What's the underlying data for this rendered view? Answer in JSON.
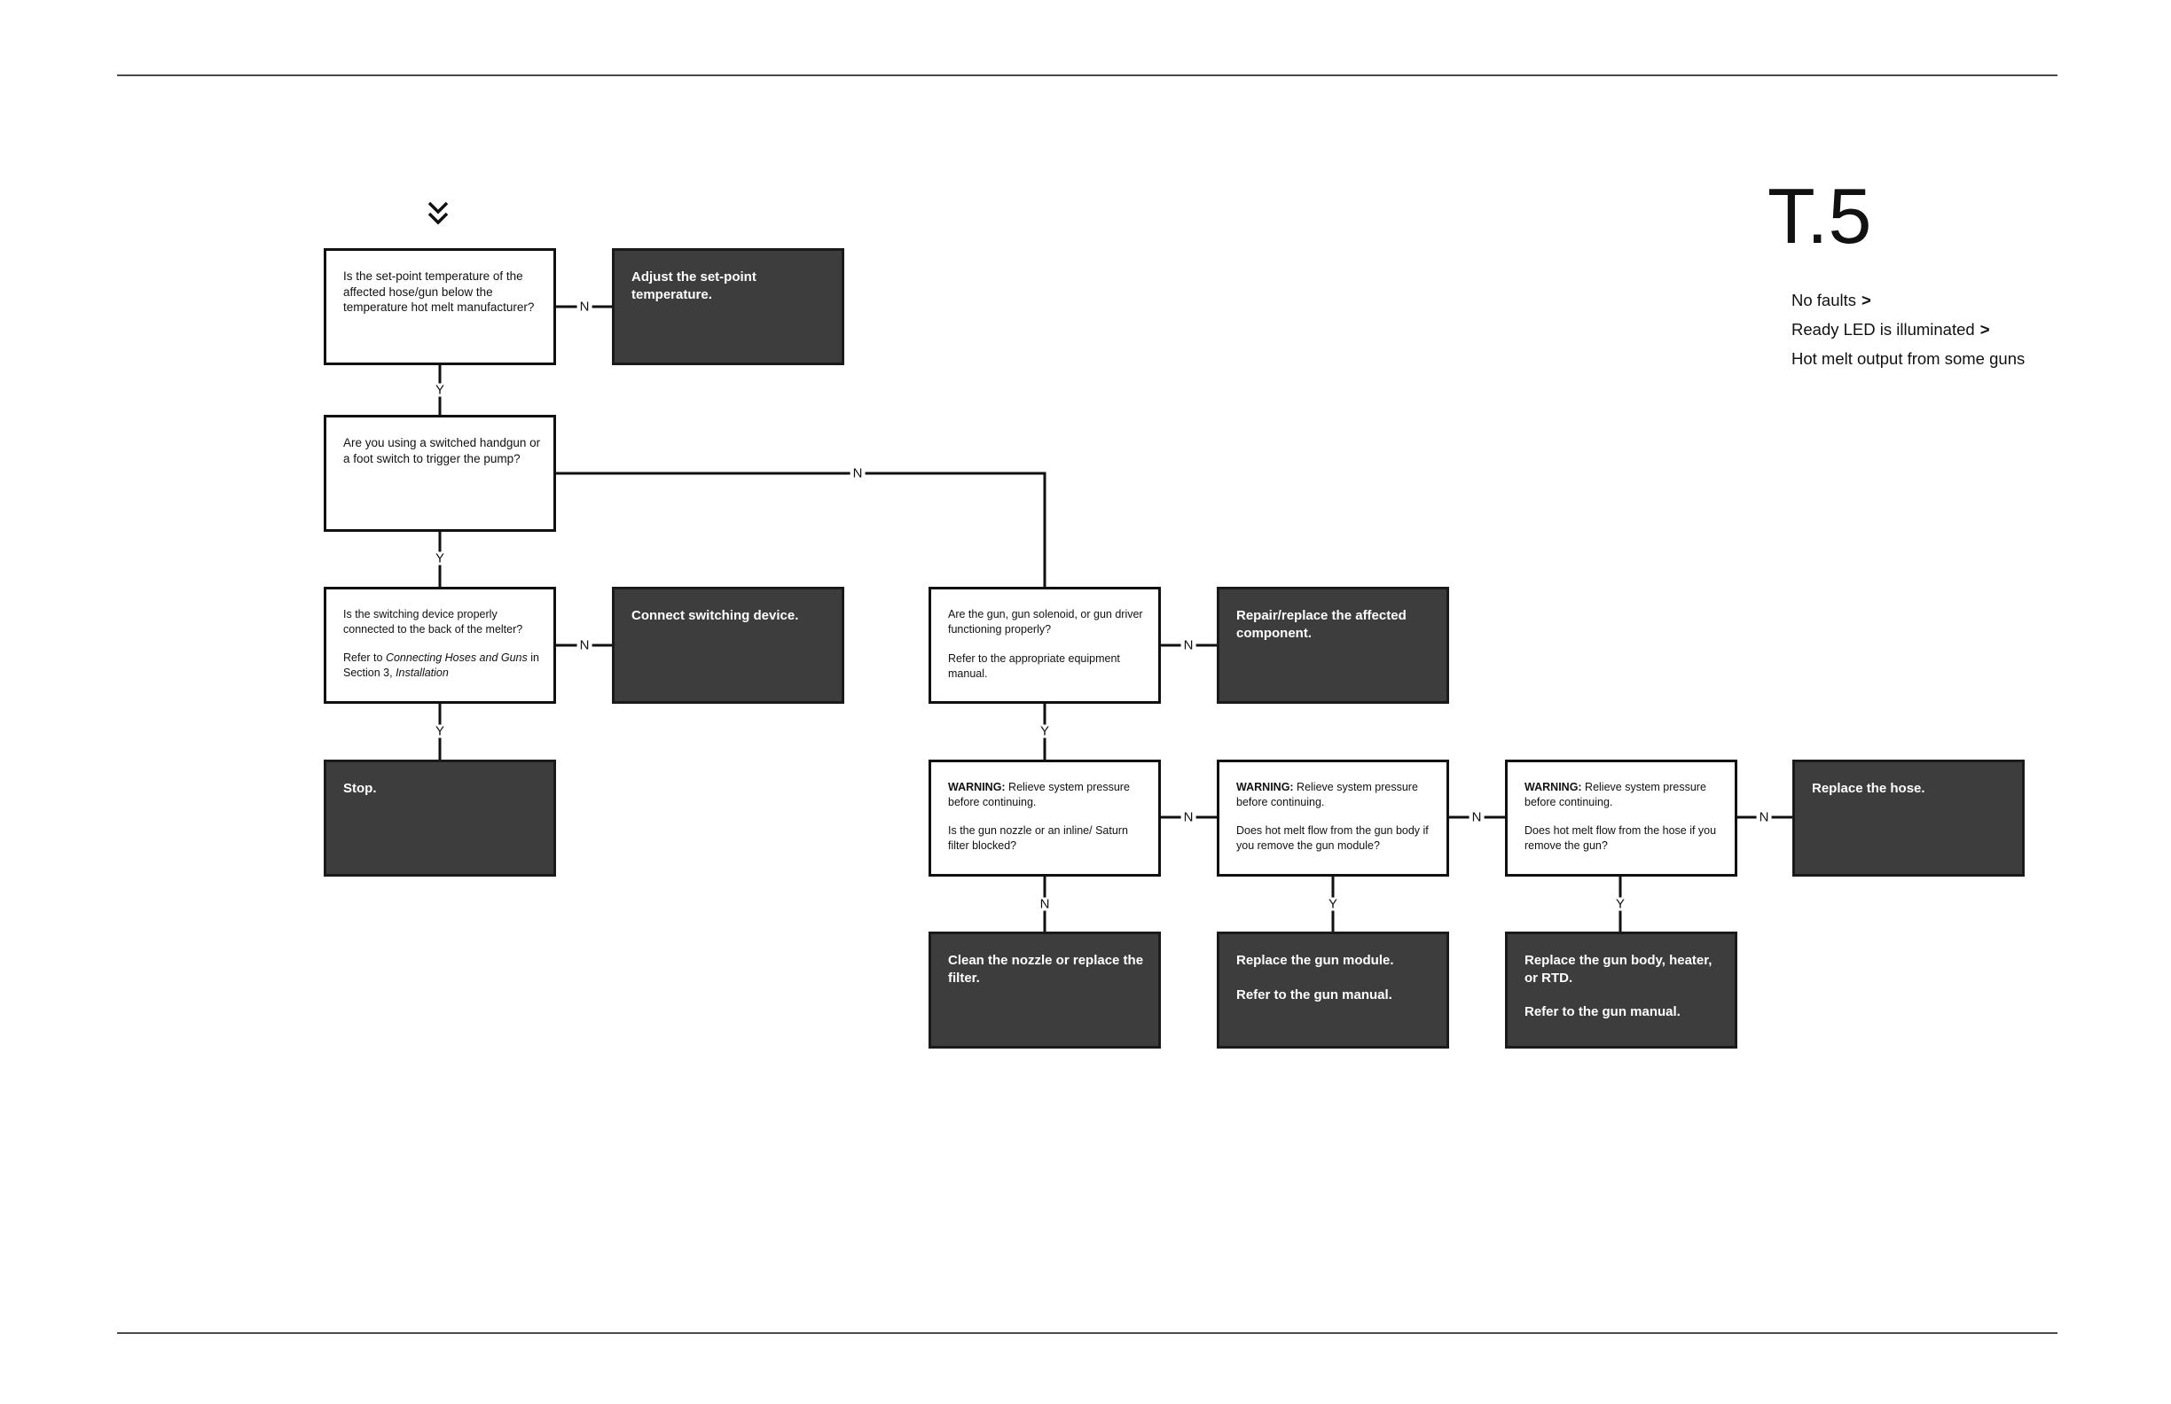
{
  "page_code": "T.5",
  "breadcrumb": {
    "items": [
      {
        "label": "No faults",
        "sep": ">"
      },
      {
        "label": "Ready LED is illuminated",
        "sep": ">"
      },
      {
        "label": "Hot melt output from some guns",
        "sep": ""
      }
    ]
  },
  "icons": {
    "entry": "double-chevron-down-icon"
  },
  "colors": {
    "answer_fill": "#3d3d3d",
    "line": "#111111",
    "rule": "#4a4a4a"
  },
  "flow": {
    "labels": {
      "yes": "Y",
      "no": "N"
    },
    "q1": {
      "text": "Is the set-point temperature of the affected hose/gun below the temperature hot melt manufacturer?"
    },
    "a1": {
      "text": "Adjust the set-point temperature."
    },
    "q2": {
      "text": "Are you using a switched handgun or a foot switch to trigger the pump?"
    },
    "q3": {
      "text": "Is the switching device properly connected to the back of the melter?",
      "ref_prefix": "Refer to ",
      "ref_italic1": "Connecting Hoses and Guns",
      "ref_mid": " in Section 3, ",
      "ref_italic2": "Installation"
    },
    "a3": {
      "text": "Connect switching device."
    },
    "a_stop": {
      "text": "Stop."
    },
    "q4": {
      "text": "Are the gun, gun solenoid, or gun driver functioning properly?",
      "ref": "Refer to the appropriate equipment manual."
    },
    "a4": {
      "text": "Repair/replace the affected component."
    },
    "q5": {
      "warning_label": "WARNING:",
      "warning_text": " Relieve system pressure before continuing.",
      "text": "Is the gun nozzle or an inline/ Saturn filter blocked?"
    },
    "a5": {
      "text": "Clean the nozzle or replace the filter."
    },
    "q6": {
      "warning_label": "WARNING:",
      "warning_text": " Relieve system pressure before continuing.",
      "text": "Does hot melt flow from the gun body if you remove the gun module?"
    },
    "a6": {
      "text": "Replace the gun module.",
      "ref": "Refer to the gun manual."
    },
    "q7": {
      "warning_label": "WARNING:",
      "warning_text": " Relieve system pressure before continuing.",
      "text": "Does hot melt flow from the hose if you remove the gun?"
    },
    "a7": {
      "text": "Replace the gun body, heater, or RTD.",
      "ref": "Refer to the gun manual."
    },
    "a8": {
      "text": "Replace the hose."
    }
  }
}
